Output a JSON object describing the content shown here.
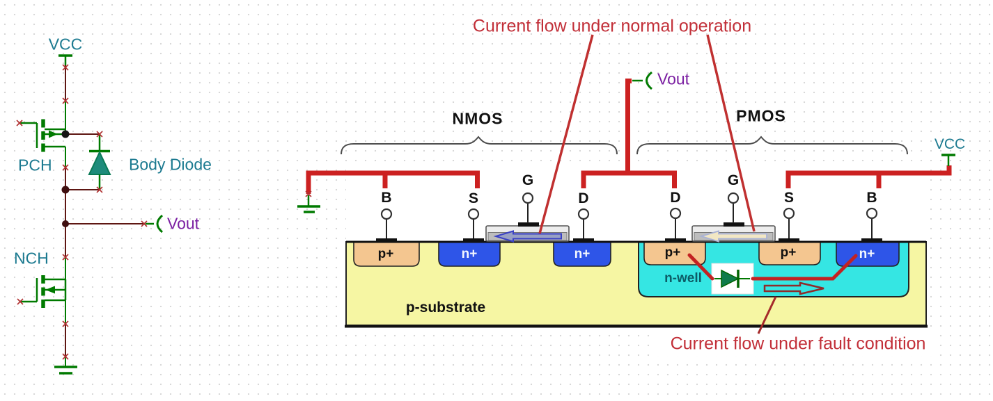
{
  "left_schematic": {
    "vcc": "VCC",
    "pch": "PCH",
    "body_diode": "Body Diode",
    "vout": "Vout",
    "nch": "NCH"
  },
  "cross_section": {
    "nmos": {
      "title": "NMOS",
      "terminals": [
        "B",
        "S",
        "G",
        "D"
      ],
      "regions": [
        "p+",
        "n+",
        "n+"
      ]
    },
    "pmos": {
      "title": "PMOS",
      "terminals": [
        "D",
        "G",
        "S",
        "B"
      ],
      "regions": [
        "p+",
        "p+",
        "n+"
      ]
    },
    "nwell": "n-well",
    "substrate": "p-substrate",
    "vout": "Vout",
    "vcc": "VCC"
  },
  "annotations": {
    "normal_operation": "Current flow under normal operation",
    "fault_condition": "Current flow under fault condition"
  },
  "colors": {
    "annotation_red": "#c22f38",
    "wire_red": "#cc2121",
    "label_teal": "#1c7a90",
    "vout_purple": "#7b1fa2",
    "schematic_green": "#007a00",
    "wire_maroon": "#5e1612",
    "substrate_yellow": "#f6f6a3",
    "nwell_cyan": "#35e6e3",
    "p_plus_tan": "#f4c690",
    "n_plus_blue": "#2e55e8",
    "gate_gray": "#bdbdbd"
  }
}
